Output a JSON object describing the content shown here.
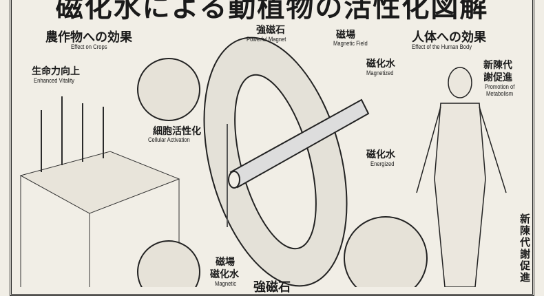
{
  "title": "磁化水による動植物の活性化図解",
  "crops": {
    "jp": "農作物への効果",
    "en": "Effect on Crops"
  },
  "vitality": {
    "jp": "生命力向上",
    "en": "Enhanced Vitality"
  },
  "cell": {
    "jp": "細胞活性化",
    "en": "Cellular Activation"
  },
  "magnet": {
    "jp": "強磁石",
    "en": "Powerful Magnet"
  },
  "field": {
    "jp": "磁場",
    "en": "Magnetic Field"
  },
  "magnetized": {
    "jp": "磁化水",
    "en": "Magnetized"
  },
  "energized": {
    "jp": "磁化水",
    "en": "Energized"
  },
  "human": {
    "jp": "人体への効果",
    "en": "Effect of the Human Body"
  },
  "metab": {
    "jp1": "新陳代",
    "jp2": "謝促進",
    "en1": "Promotion of",
    "en2": "Metabolism"
  },
  "metab_vertical": "新陳代謝促進",
  "bottom": {
    "field": "磁場",
    "water": "磁化水",
    "en": "Magnetic",
    "magnet": "強磁石"
  }
}
